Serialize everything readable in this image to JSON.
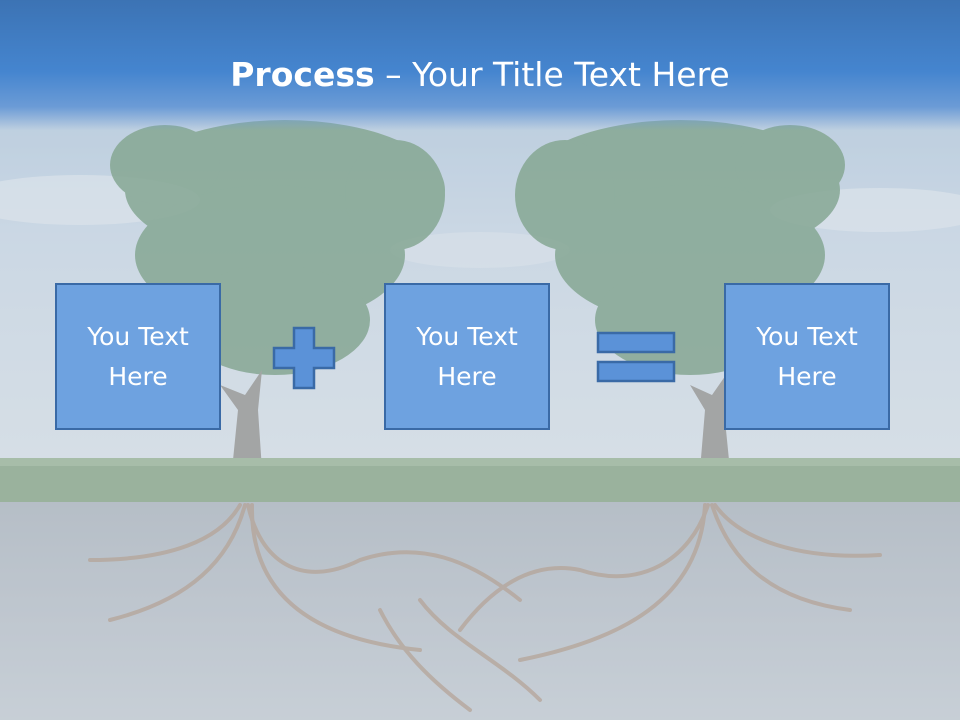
{
  "title": {
    "bold": "Process",
    "rest": " – Your Title Text Here"
  },
  "boxes": [
    {
      "text": "You Text Here"
    },
    {
      "text": "You Text Here"
    },
    {
      "text": "You Text Here"
    }
  ],
  "operators": {
    "plus": "plus-icon",
    "equals": "equals-icon"
  },
  "colors": {
    "title_band": "#4585cf",
    "box_fill": "#6ea2e0",
    "box_border": "#3a6aa6",
    "operator_fill": "#5b92d8"
  }
}
